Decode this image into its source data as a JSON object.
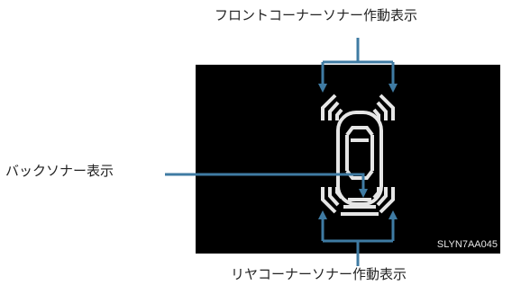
{
  "labels": {
    "front_corner": "フロントコーナーソナー作動表示",
    "back": "バックソナー表示",
    "rear_corner": "リヤコーナーソナー作動表示"
  },
  "display": {
    "code": "SLYN7AA045"
  },
  "colors": {
    "callout": "#3f7ba3",
    "display_bg": "#000000",
    "sonar": "#e6e6e6"
  },
  "icons": [
    "front-left-sonar-icon",
    "front-right-sonar-icon",
    "car-top-view-icon",
    "rear-left-sonar-icon",
    "rear-right-sonar-icon",
    "rear-center-sonar-icon"
  ]
}
